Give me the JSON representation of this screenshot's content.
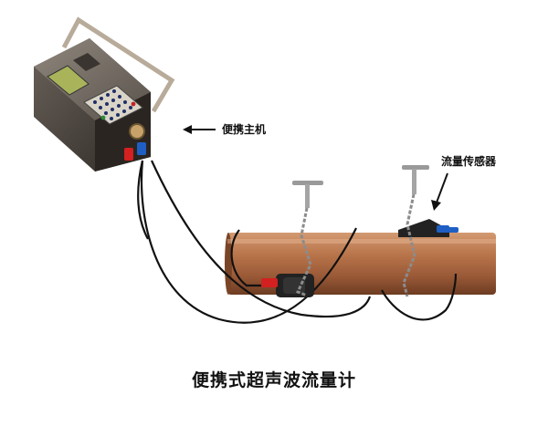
{
  "labels": {
    "host": "便携主机",
    "sensor": "流量传感器"
  },
  "caption": "便携式超声波流量计",
  "colors": {
    "pipe": "#a9663f",
    "cable": "#111111",
    "device_body": "#4b4540",
    "lcd": "#a9b35a",
    "keypad_face": "#d9d4c7",
    "red_connector": "#d32020",
    "blue_connector": "#1f5fc4",
    "sensor": "#222222"
  },
  "icons": [
    "arrow-left-icon",
    "arrow-down-left-icon"
  ]
}
